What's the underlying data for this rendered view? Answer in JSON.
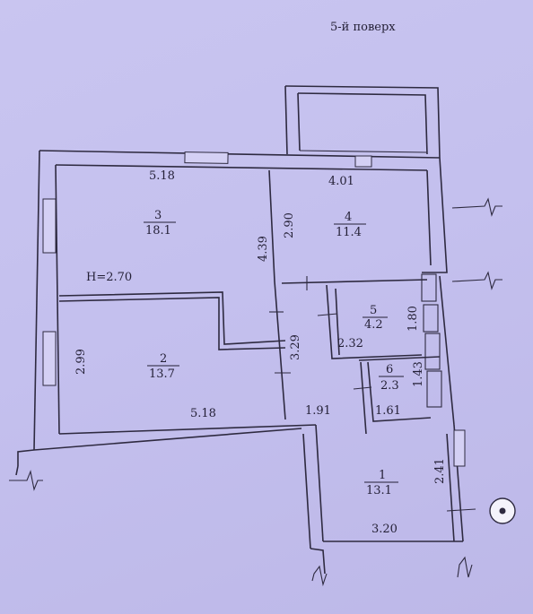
{
  "floor_label": "5-й поверх",
  "ceiling_height": "H=2.70",
  "rooms": [
    {
      "number": "1",
      "area": "13.1"
    },
    {
      "number": "2",
      "area": "13.7"
    },
    {
      "number": "3",
      "area": "18.1"
    },
    {
      "number": "4",
      "area": "11.4"
    },
    {
      "number": "5",
      "area": "4.2"
    },
    {
      "number": "6",
      "area": "2.3"
    }
  ],
  "dimensions": {
    "room3_top": "5.18",
    "room3_right": "4.39",
    "room4_top": "4.01",
    "room4_left": "2.90",
    "room2_left": "2.99",
    "room2_bottom": "5.18",
    "corridor_left": "3.29",
    "corridor_bottom": "1.91",
    "room5_right": "1.80",
    "room5_bottom": "2.32",
    "room6_right": "1.43",
    "room6_bottom": "1.61",
    "room1_right": "2.41",
    "room1_bottom": "3.20"
  }
}
